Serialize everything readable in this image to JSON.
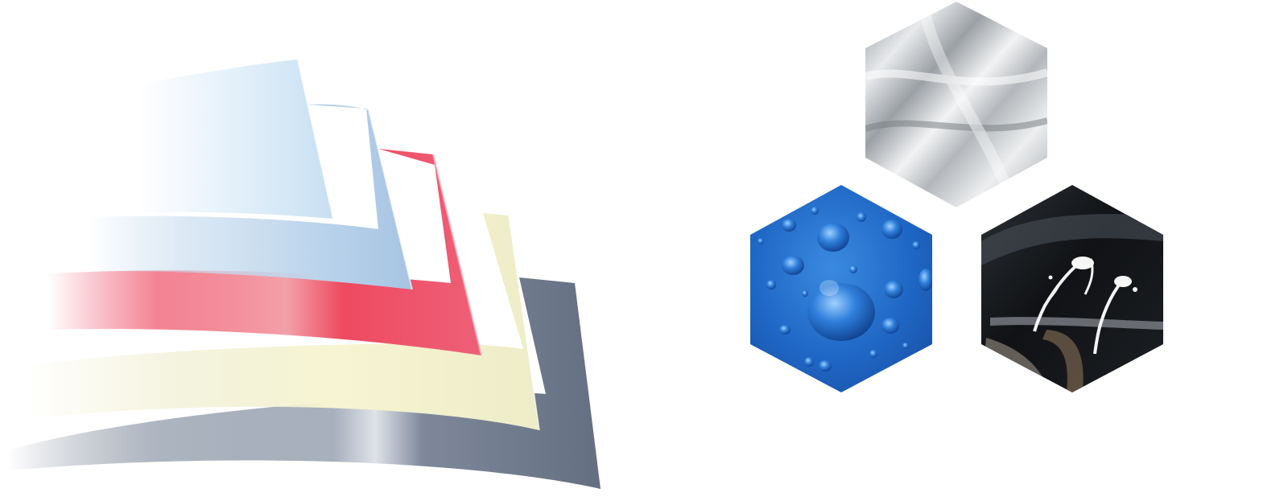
{
  "illustration": {
    "layers": [
      {
        "id": "top-clear",
        "color": "#cfe6f6"
      },
      {
        "id": "blue-clear",
        "color": "#a9c9e6"
      },
      {
        "id": "red-basecoat",
        "color": "#ee5b73"
      },
      {
        "id": "cream-primer",
        "color": "#f1f0c8"
      },
      {
        "id": "grey-substrate",
        "color": "#6b7688"
      }
    ]
  },
  "tiles": [
    {
      "id": "chrome",
      "icon": "chrome-metal-icon",
      "color": "#b9bdc2"
    },
    {
      "id": "water",
      "icon": "water-droplets-icon",
      "color": "#1f6dc9"
    },
    {
      "id": "paint",
      "icon": "paint-splash-icon",
      "color": "#111316"
    }
  ]
}
